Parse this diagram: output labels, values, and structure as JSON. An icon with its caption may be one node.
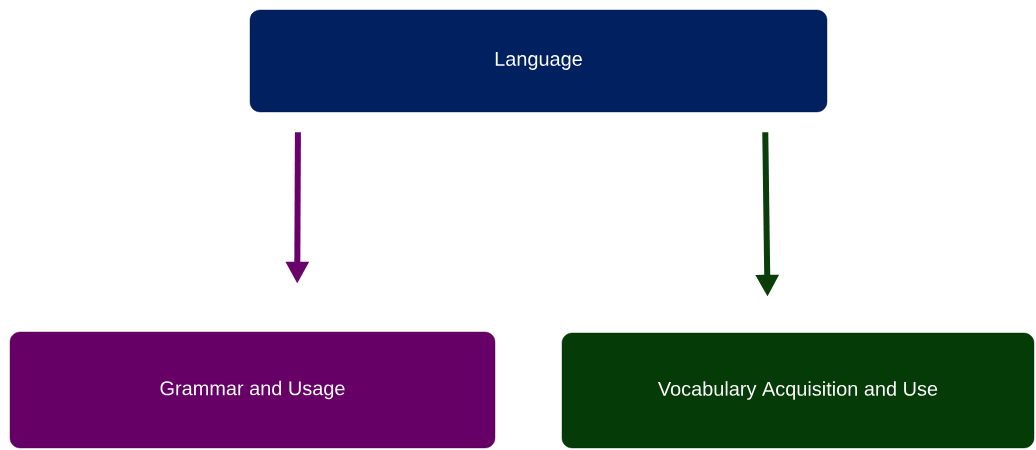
{
  "diagram": {
    "nodes": [
      {
        "text": [
          "Language"
        ]
      },
      {
        "text": [
          "Grammar and Usage"
        ]
      },
      {
        "text": [
          "Vocabulary Acquisition and Use"
        ]
      }
    ],
    "edges": [
      {
        "from": 0,
        "to": 1,
        "arrow": "to",
        "color": "#6a006a"
      },
      {
        "from": 0,
        "to": 2,
        "arrow": "to",
        "color": "#0a3d0a"
      }
    ]
  }
}
